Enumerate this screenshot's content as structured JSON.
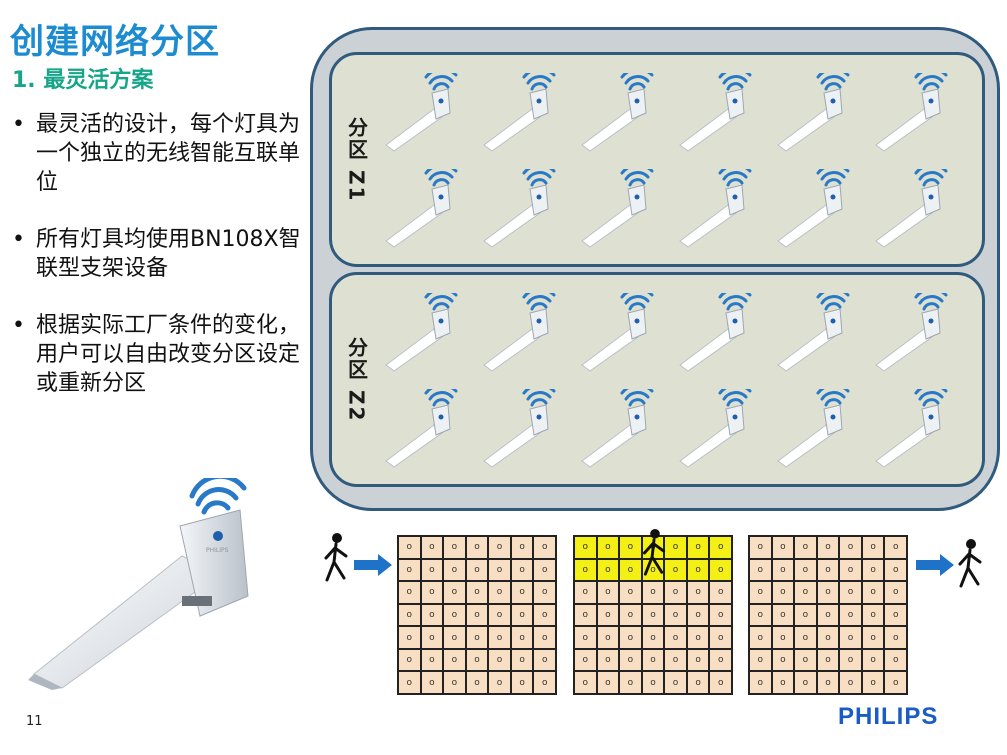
{
  "slide": {
    "title": "创建网络分区",
    "subtitle": "1. 最灵活方案",
    "bullets": [
      "最灵活的设计，每个灯具为一个独立的无线智能互联单位",
      "所有灯具均使用BN108X智联型支架设备",
      "根据实际工厂条件的变化，用户可以自由改变分区设定或重新分区"
    ],
    "bullet_marker": "•",
    "page_number": "11",
    "brand": "PHILIPS",
    "fixture_brand_text": "PHILIPS"
  },
  "zones": [
    {
      "label": "分区 Z1",
      "fixture_rows": 2,
      "fixture_cols": 6
    },
    {
      "label": "分区 Z2",
      "fixture_rows": 2,
      "fixture_cols": 6
    }
  ],
  "grid_demo": {
    "cell_glyph": "o",
    "rooms": [
      {
        "name": "room-before",
        "lit_rows": []
      },
      {
        "name": "room-occupied",
        "lit_rows": [
          0,
          1
        ]
      },
      {
        "name": "room-after",
        "lit_rows": []
      }
    ]
  },
  "colors": {
    "title": "#1d8bd0",
    "subtitle": "#17a589",
    "zone_border": "#305a7e",
    "zone_fill": "#dee1d1",
    "cell_off": "#f8dfc3",
    "cell_on": "#f4ef15",
    "wifi": "#2979c9",
    "arrow": "#1e73c8"
  },
  "icons": [
    "wifi-icon",
    "led-batten-fixture",
    "walking-person-icon",
    "right-arrow-icon"
  ]
}
